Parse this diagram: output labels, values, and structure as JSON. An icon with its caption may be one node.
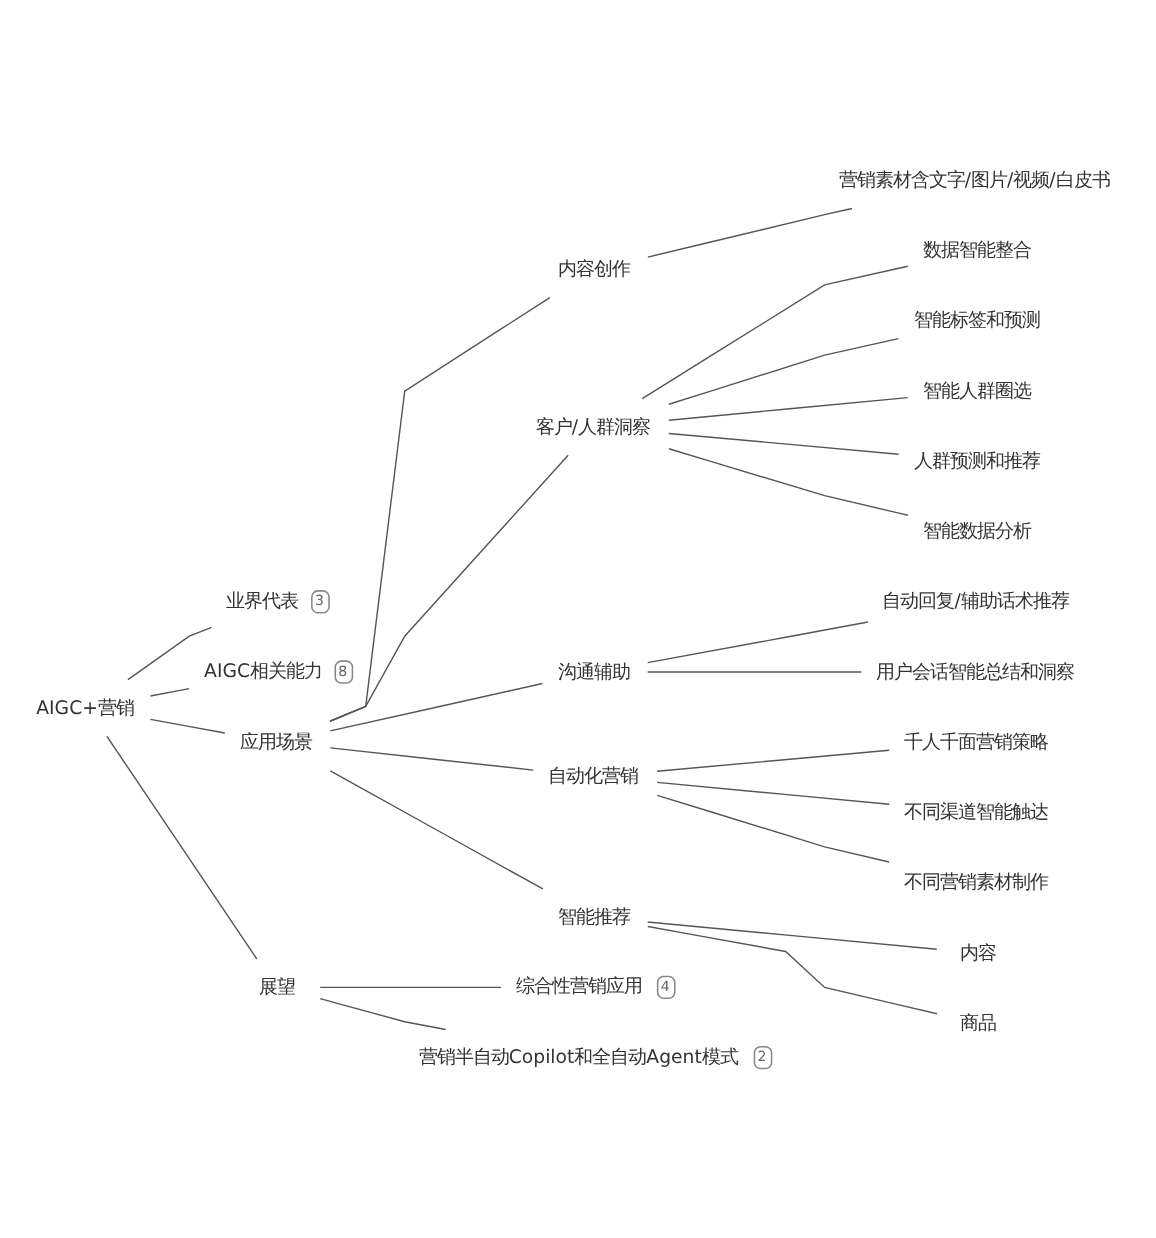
{
  "diagram": {
    "nodes": [
      {
        "text": [
          "AIGC+营销"
        ]
      },
      {
        "text": [
          "业界代表",
          "3"
        ]
      },
      {
        "text": [
          "AIGC相关能力",
          "8"
        ]
      },
      {
        "text": [
          "应用场景"
        ]
      },
      {
        "text": [
          "内容创作"
        ]
      },
      {
        "text": [
          "营销素材含文字/图片/视频/白皮书"
        ]
      },
      {
        "text": [
          "客户/人群洞察"
        ]
      },
      {
        "text": [
          "数据智能整合"
        ]
      },
      {
        "text": [
          "智能标签和预测"
        ]
      },
      {
        "text": [
          "智能人群圈选"
        ]
      },
      {
        "text": [
          "人群预测和推荐"
        ]
      },
      {
        "text": [
          "智能数据分析"
        ]
      },
      {
        "text": [
          "沟通辅助"
        ]
      },
      {
        "text": [
          "自动回复/辅助话术推荐"
        ]
      },
      {
        "text": [
          "用户会话智能总结和洞察"
        ]
      },
      {
        "text": [
          "自动化营销"
        ]
      },
      {
        "text": [
          "千人千面营销策略"
        ]
      },
      {
        "text": [
          "不同渠道智能触达"
        ]
      },
      {
        "text": [
          "不同营销素材制作"
        ]
      },
      {
        "text": [
          "智能推荐"
        ]
      },
      {
        "text": [
          "内容"
        ]
      },
      {
        "text": [
          "商品"
        ]
      },
      {
        "text": [
          "展望"
        ]
      },
      {
        "text": [
          "综合性营销应用",
          "4"
        ]
      },
      {
        "text": [
          "营销半自动Copilot和全自动Agent模式",
          "2"
        ]
      }
    ],
    "edges": [
      {
        "from": 0,
        "to": 1,
        "arrow": "none"
      },
      {
        "from": 0,
        "to": 2,
        "arrow": "none"
      },
      {
        "from": 0,
        "to": 3,
        "arrow": "none"
      },
      {
        "from": 0,
        "to": 22,
        "arrow": "none"
      },
      {
        "from": 3,
        "to": 4,
        "arrow": "none"
      },
      {
        "from": 3,
        "to": 6,
        "arrow": "none"
      },
      {
        "from": 3,
        "to": 12,
        "arrow": "none"
      },
      {
        "from": 3,
        "to": 15,
        "arrow": "none"
      },
      {
        "from": 3,
        "to": 19,
        "arrow": "none"
      },
      {
        "from": 4,
        "to": 5,
        "arrow": "none"
      },
      {
        "from": 6,
        "to": 7,
        "arrow": "none"
      },
      {
        "from": 6,
        "to": 8,
        "arrow": "none"
      },
      {
        "from": 6,
        "to": 9,
        "arrow": "none"
      },
      {
        "from": 6,
        "to": 10,
        "arrow": "none"
      },
      {
        "from": 6,
        "to": 11,
        "arrow": "none"
      },
      {
        "from": 12,
        "to": 13,
        "arrow": "none"
      },
      {
        "from": 12,
        "to": 14,
        "arrow": "none"
      },
      {
        "from": 15,
        "to": 16,
        "arrow": "none"
      },
      {
        "from": 15,
        "to": 17,
        "arrow": "none"
      },
      {
        "from": 15,
        "to": 18,
        "arrow": "none"
      },
      {
        "from": 19,
        "to": 20,
        "arrow": "none"
      },
      {
        "from": 19,
        "to": 21,
        "arrow": "none"
      },
      {
        "from": 22,
        "to": 23,
        "arrow": "none"
      },
      {
        "from": 22,
        "to": 24,
        "arrow": "none"
      }
    ]
  }
}
